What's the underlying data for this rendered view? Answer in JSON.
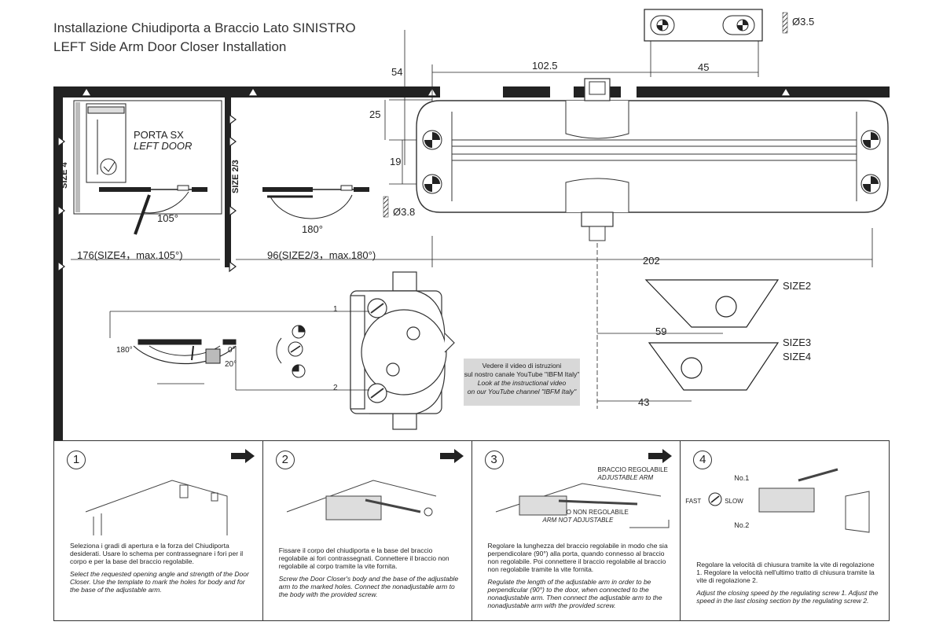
{
  "header": {
    "title_it": "Installazione Chiudiporta a Braccio Lato SINISTRO",
    "title_en": "LEFT Side Arm Door Closer Installation"
  },
  "dimensions": {
    "d_54": "54",
    "d_25": "25",
    "d_19": "19",
    "d_1025": "102.5",
    "d_45": "45",
    "d_202": "202",
    "d_59": "59",
    "d_43": "43",
    "phi_35": "Ø3.5",
    "phi_38": "Ø3.8",
    "size4_len": "176(SIZE4，max.105°)",
    "size23_len": "96(SIZE2/3，max.180°)"
  },
  "door": {
    "porta_sx": "PORTA SX",
    "left_door": "LEFT DOOR",
    "size4": "SIZE 4",
    "size23": "SIZE 2/3",
    "angle_105": "105°",
    "angle_180": "180°"
  },
  "brackets": {
    "size2": "SIZE2",
    "size3": "SIZE3",
    "size4": "SIZE4"
  },
  "valve": {
    "angle_180": "180°",
    "angle_0": "0°",
    "angle_20": "20°",
    "label_1": "1",
    "label_2": "2"
  },
  "video": {
    "it_line1": "Vedere il video di istruzioni",
    "it_line2": "sul nostro canale YouTube \"IBFM Italy\"",
    "en_line1": "Look at the instructional video",
    "en_line2": "on our YouTube channel \"IBFM Italy\""
  },
  "steps": [
    {
      "num": "1",
      "it": "Seleziona i gradi di apertura e la forza del Chiudiporta desiderati. Usare lo schema per contrassegnare i fori per il corpo e per la base del braccio regolabile.",
      "en": "Select the requested opening angle and strength of the Door Closer. Use the template to mark the holes for body and for the base of the adjustable arm."
    },
    {
      "num": "2",
      "it": "Fissare il corpo del chiudiporta e la base del braccio regolabile ai fori contrassegnati. Connettere il braccio non regolabile al corpo tramite la vite fornita.",
      "en": "Screw the Door Closer's body and the base of the adjustable arm to the marked holes. Connect the nonadjustable arm to the body with the provided screw."
    },
    {
      "num": "3",
      "it": "Regolare la lunghezza del braccio regolabile in modo che sia perpendicolare (90°) alla porta, quando connesso al braccio non regolabile. Poi connettere il braccio regolabile al braccio non regolabile tramite la vite fornita.",
      "en": "Regulate the length of the adjustable arm in order to be perpendicular (90°) to the door, when connected to the nonadjustable arm. Then connect the adjustable arm to the nonadjustable arm with the provided screw.",
      "label_adj_it": "BRACCIO REGOLABILE",
      "label_adj_en": "ADJUSTABLE ARM",
      "label_nonadj_it": "BRACCIO NON REGOLABILE",
      "label_nonadj_en": "ARM NOT ADJUSTABLE"
    },
    {
      "num": "4",
      "it": "Regolare la velocità di chiusura tramite la vite di regolazione 1. Regolare la velocità nell'ultimo tratto di chiusura tramite la vite di regolazione 2.",
      "en": "Adjust the closing speed by the regulating screw 1. Adjust the speed in the last closing section by the regulating screw 2.",
      "no1": "No.1",
      "no2": "No.2",
      "fast": "FAST",
      "slow": "SLOW"
    }
  ]
}
